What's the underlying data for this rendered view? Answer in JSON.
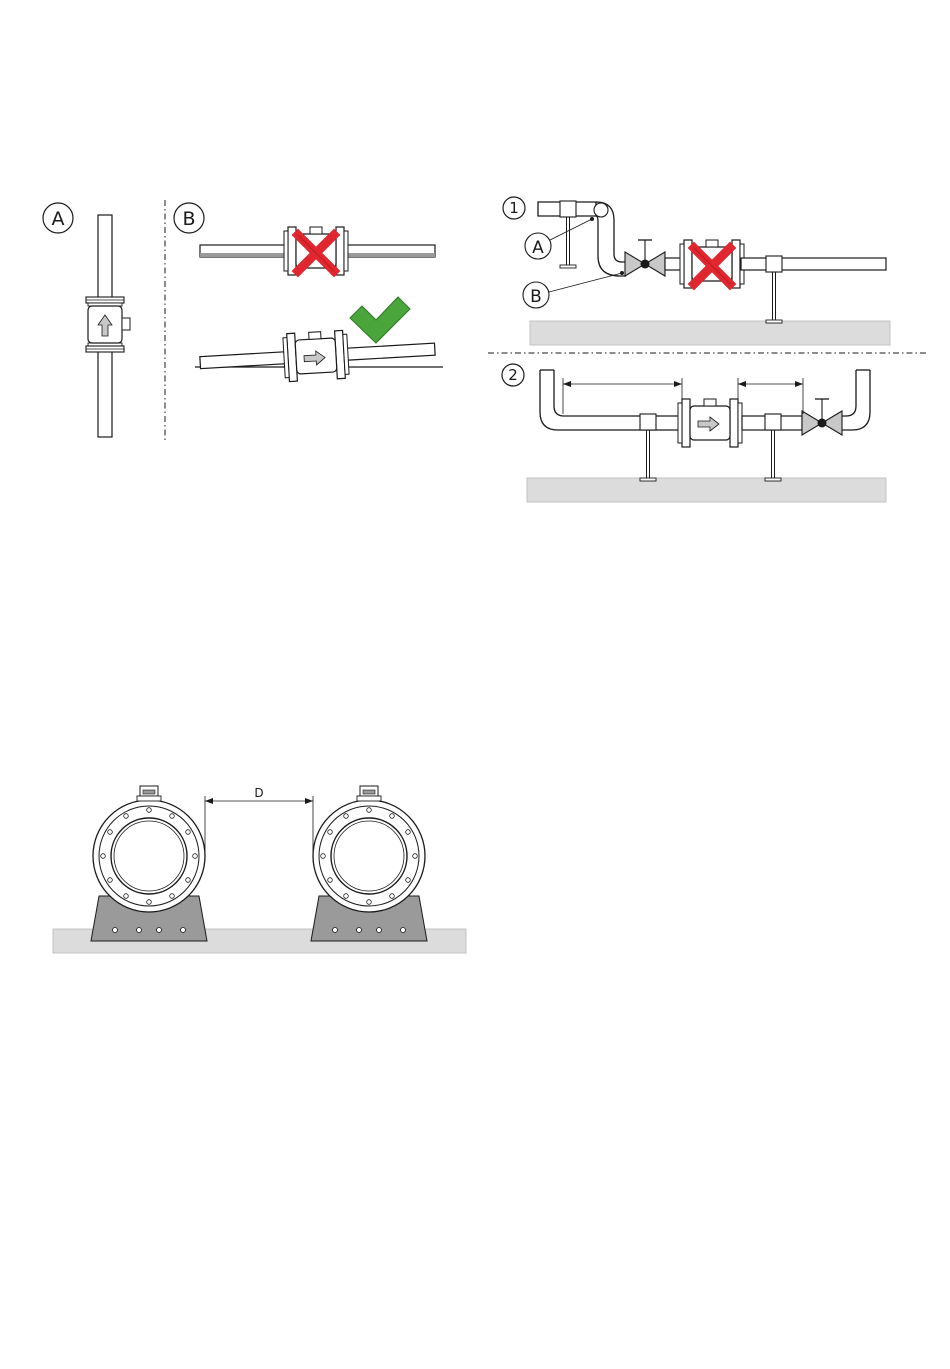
{
  "labels": {
    "a": "A",
    "b": "B",
    "one": "1",
    "two": "2",
    "d": "D"
  },
  "colors": {
    "cross": "#e0262e",
    "check": "#4aa53b",
    "ground": "#dcdcdc",
    "support": "#9a9a9a",
    "valve": "#c8c8c8"
  },
  "icons": {
    "wrong": "cross-icon",
    "right": "check-icon",
    "flow": "arrow-icon"
  }
}
